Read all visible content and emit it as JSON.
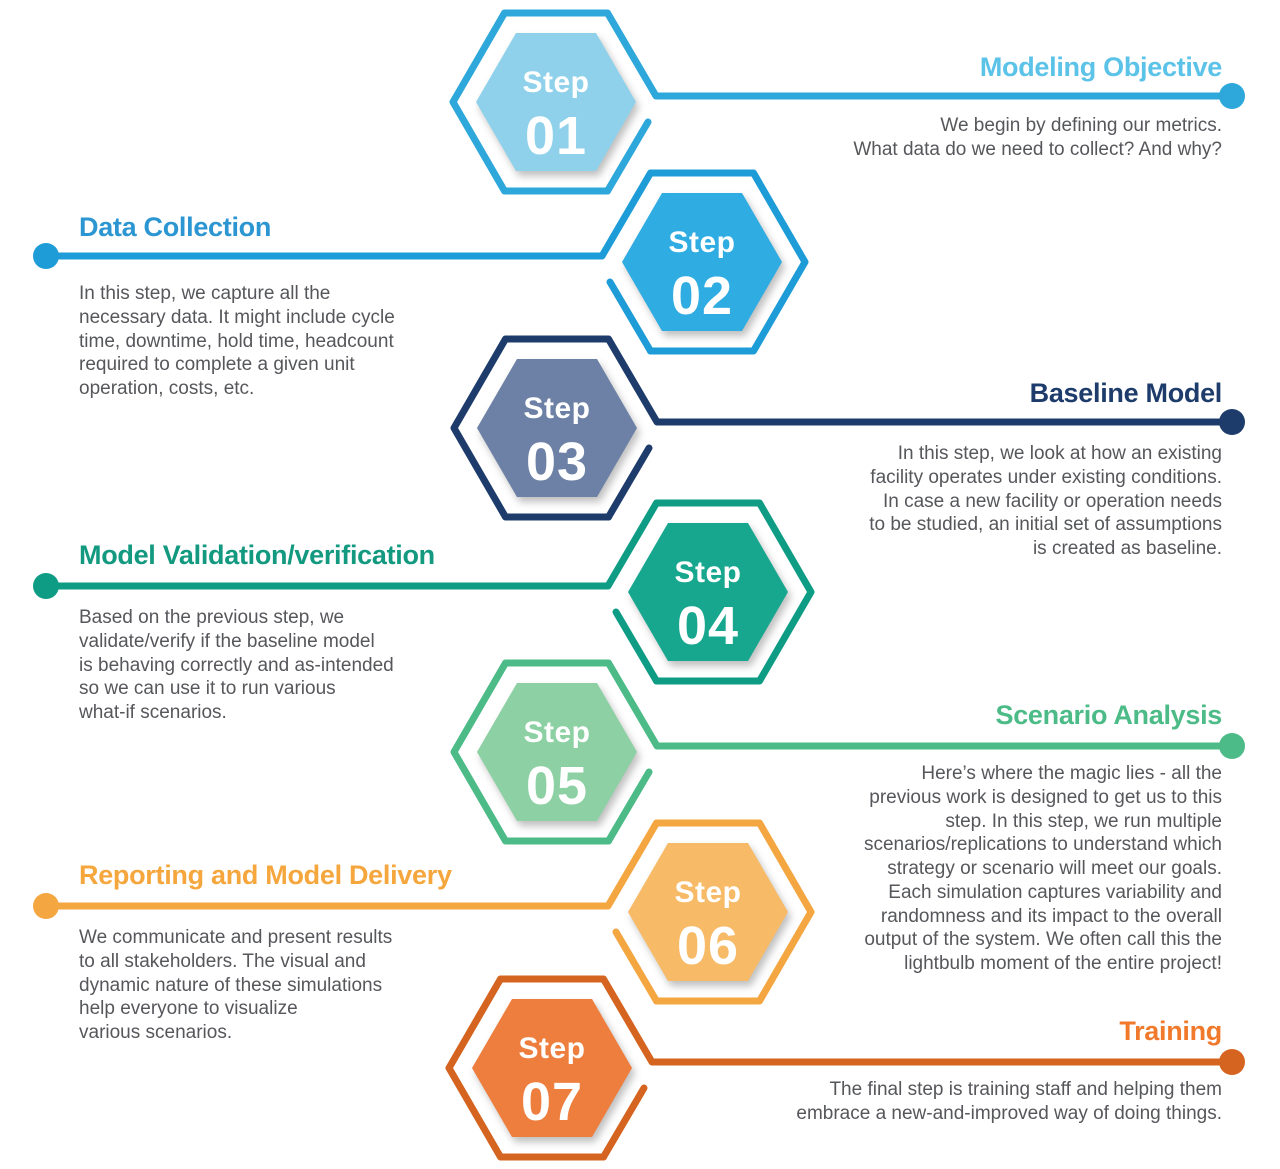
{
  "text_color": "#56575B",
  "steps": [
    {
      "step_label": "Step",
      "number": "01",
      "title": "Modeling Objective",
      "description": "We begin by defining our metrics.\nWhat data do we need to collect? And why?",
      "side": "right",
      "colors": {
        "line": "#2EA7DB",
        "fill": "#8FD1EA",
        "heading": "#5BC2E8"
      }
    },
    {
      "step_label": "Step",
      "number": "02",
      "title": "Data Collection",
      "description": "In this step, we capture all the\nnecessary data. It might include cycle\ntime, downtime, hold time, headcount\nrequired to complete a given unit\noperation, costs, etc.",
      "side": "left",
      "colors": {
        "line": "#1E9CD7",
        "fill": "#2FACE1",
        "heading": "#2B96D1"
      }
    },
    {
      "step_label": "Step",
      "number": "03",
      "title": "Baseline Model",
      "description": "In this step, we look at how an existing\nfacility operates under existing conditions.\nIn case a new facility or operation needs\nto be studied, an initial set of assumptions\nis created as baseline.",
      "side": "right",
      "colors": {
        "line": "#1E3C6B",
        "fill": "#6C81A5",
        "heading": "#1E3C6B"
      }
    },
    {
      "step_label": "Step",
      "number": "04",
      "title": "Model Validation/verification",
      "description": "Based on the previous step, we\nvalidate/verify if the baseline model\nis behaving correctly and as-intended\nso we can use it to run various\nwhat-if scenarios.",
      "side": "left",
      "colors": {
        "line": "#0F9C85",
        "fill": "#16A78E",
        "heading": "#12997F"
      }
    },
    {
      "step_label": "Step",
      "number": "05",
      "title": "Scenario Analysis",
      "description": "Here’s where the magic lies - all the\nprevious work is designed to get us to this\nstep. In this step, we run multiple\nscenarios/replications to understand which\nstrategy or scenario will meet our goals.\nEach simulation captures variability and\nrandomness and its impact to the overall\noutput of the system. We often call this the\nlightbulb moment of the entire project!",
      "side": "right",
      "colors": {
        "line": "#4CBB87",
        "fill": "#8CD0A4",
        "heading": "#4CBB87"
      }
    },
    {
      "step_label": "Step",
      "number": "06",
      "title": "Reporting and Model Delivery",
      "description": "We communicate and present results\nto all stakeholders. The visual and\ndynamic nature of these simulations\nhelp everyone to visualize\nvarious scenarios.",
      "side": "left",
      "colors": {
        "line": "#F4A641",
        "fill": "#F7BA67",
        "heading": "#F5A73E"
      }
    },
    {
      "step_label": "Step",
      "number": "07",
      "title": "Training",
      "description": "The final step is training staff and helping them\nembrace a new-and-improved way of doing things.",
      "side": "right",
      "colors": {
        "line": "#D4641F",
        "fill": "#EE7E3D",
        "heading": "#F0792B"
      }
    }
  ]
}
